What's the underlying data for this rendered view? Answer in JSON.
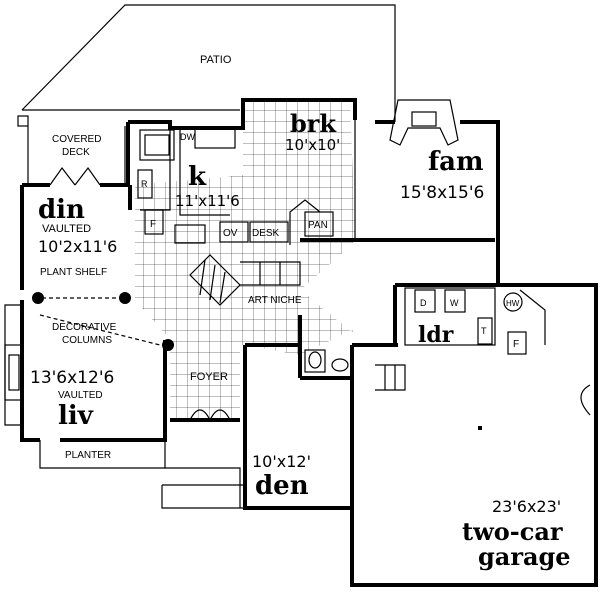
{
  "plan": {
    "patio": "PATIO",
    "covered_deck": [
      "COVERED",
      "DECK"
    ],
    "brk": {
      "name": "brk",
      "size": "10'x10'"
    },
    "k": {
      "name": "k",
      "size": "11'x11'6"
    },
    "fam": {
      "name": "fam",
      "size": "15'8x15'6"
    },
    "din": {
      "name": "din",
      "note": "VAULTED",
      "size": "10'2x11'6"
    },
    "plant_shelf": "PLANT SHELF",
    "decorative_columns": [
      "DECORATIVE",
      "COLUMNS"
    ],
    "liv": {
      "name": "liv",
      "note": "VAULTED",
      "size": "13'6x12'6"
    },
    "planter": "PLANTER",
    "foyer": "FOYER",
    "art_niche": "ART NICHE",
    "den": {
      "name": "den",
      "size": "10'x12'"
    },
    "ldr": {
      "name": "ldr"
    },
    "garage": {
      "name_line1": "two-car",
      "name_line2": "garage",
      "size": "23'6x23'"
    },
    "fixtures": {
      "dw": "DW",
      "ov": "OV",
      "desk": "DESK",
      "pan": "PAN",
      "r": "R",
      "f_kitchen": "F",
      "d": "D",
      "w": "W",
      "t": "T",
      "hw": "HW",
      "f_garage": "F"
    }
  }
}
